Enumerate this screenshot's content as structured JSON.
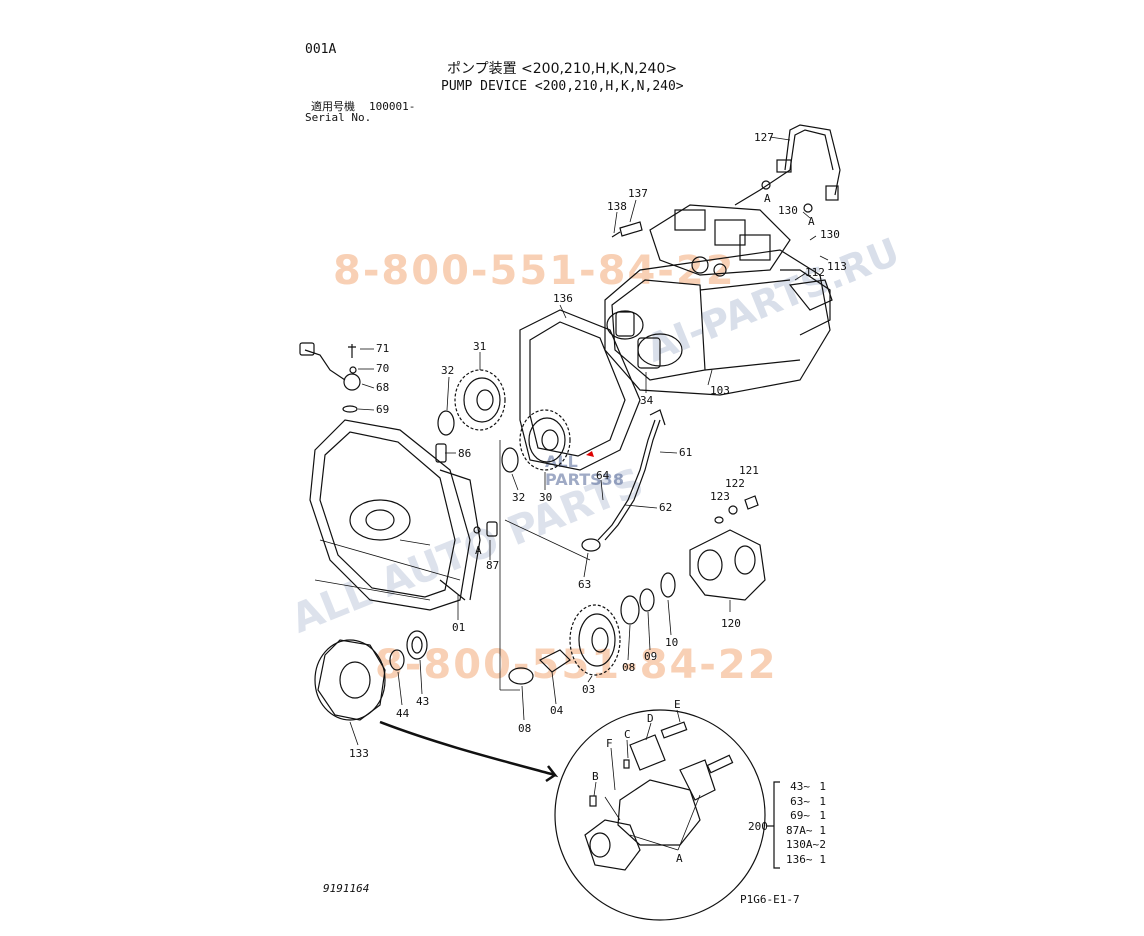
{
  "page_code": "001A",
  "title_jp": "ポンプ装置 <200,210,H,K,N,240>",
  "title_en": "PUMP DEVICE <200,210,H,K,N,240>",
  "serial_label_jp": "適用号機",
  "serial_value": "100001-",
  "serial_label_en": "Serial No.",
  "drawing_number": "9191164",
  "figure_code": "P1G6-E1-7",
  "watermarks": {
    "phone": "8-800-551-84-22",
    "site": "AI-PARTS.RU",
    "brand_top": "ALL",
    "brand_bottom": "PARTS38",
    "diagonal": "ALL AUTO PARTS"
  },
  "part_labels": [
    "001A",
    "127",
    "137",
    "138",
    "130",
    "A",
    "130",
    "113",
    "112",
    "136",
    "103",
    "34",
    "71",
    "70",
    "68",
    "69",
    "32",
    "31",
    "86",
    "61",
    "64",
    "32",
    "30",
    "62",
    "121",
    "122",
    "123",
    "A",
    "87",
    "63",
    "120",
    "01",
    "10",
    "09",
    "08",
    "03",
    "44",
    "43",
    "04",
    "08",
    "133",
    "C",
    "D",
    "E",
    "F",
    "B",
    "A"
  ],
  "kit": {
    "parent": "200",
    "items": [
      {
        "part": "43~",
        "qty": "1"
      },
      {
        "part": "63~",
        "qty": "1"
      },
      {
        "part": "69~",
        "qty": "1"
      },
      {
        "part": "87A~",
        "qty": "1"
      },
      {
        "part": "130A~",
        "qty": "2"
      },
      {
        "part": "136~",
        "qty": "1"
      }
    ]
  }
}
